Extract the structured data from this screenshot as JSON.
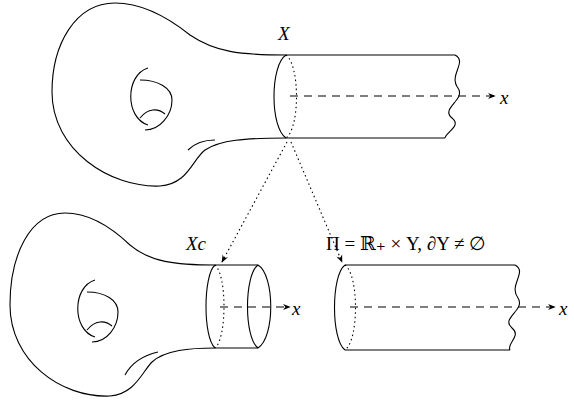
{
  "diagram": {
    "labels": [
      "X",
      "x",
      "Xc",
      "x",
      "Π = ℝ₊ × Y, ∂Y ≠ ∅",
      "x"
    ]
  }
}
